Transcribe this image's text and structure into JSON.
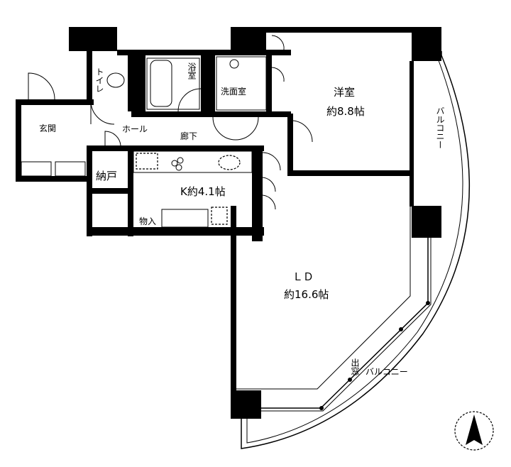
{
  "rooms": {
    "western_room": {
      "name": "洋室",
      "area": "約8.8帖"
    },
    "ld": {
      "name": "ＬＤ",
      "area": "約16.6帖"
    },
    "kitchen": {
      "label": "K約4.1帖"
    },
    "entrance": "玄関",
    "hall": "ホール",
    "corridor": "廊下",
    "toilet": "トイレ",
    "bathroom": "浴室",
    "washroom": "洗面室",
    "storeroom": "納戸",
    "closet": "物入",
    "balcony_east": "バルコニー",
    "balcony_south": "バルコニー",
    "bay_window": "出窓"
  },
  "compass": "north-arrow"
}
